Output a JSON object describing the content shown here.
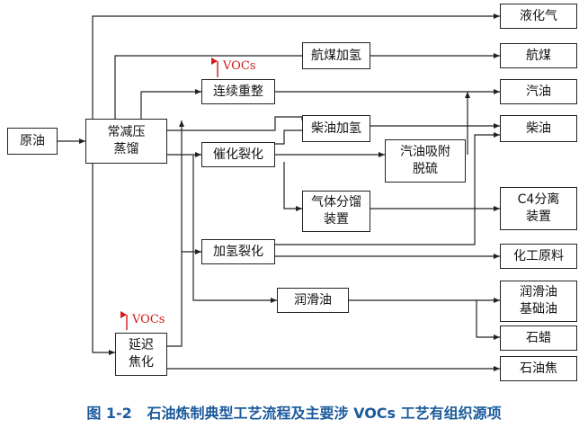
{
  "units": {
    "crude": "原油",
    "cdu": "常减压\n蒸馏",
    "reforming": "连续重整",
    "jet_hydro": "航煤加氢",
    "diesel_hydro": "柴油加氢",
    "fcc": "催化裂化",
    "gasoline_desulf": "汽油吸附\n脱硫",
    "gas_frac": "气体分馏\n装置",
    "hydrocracking": "加氢裂化",
    "lube": "润滑油",
    "coking": "延迟\n焦化"
  },
  "products": {
    "lpg": "液化气",
    "jet_fuel": "航煤",
    "gasoline": "汽油",
    "diesel": "柴油",
    "c4": "C4分离\n装置",
    "chemical_feed": "化工原料",
    "lube_base": "润滑油\n基础油",
    "paraffin": "石蜡",
    "petcoke": "石油焦"
  },
  "labels": {
    "vocs_1": "VOCs",
    "vocs_2": "VOCs"
  },
  "caption": {
    "figure_no": "图 1-2",
    "text": "石油炼制典型工艺流程及主要涉 VOCs 工艺有组织源项"
  }
}
